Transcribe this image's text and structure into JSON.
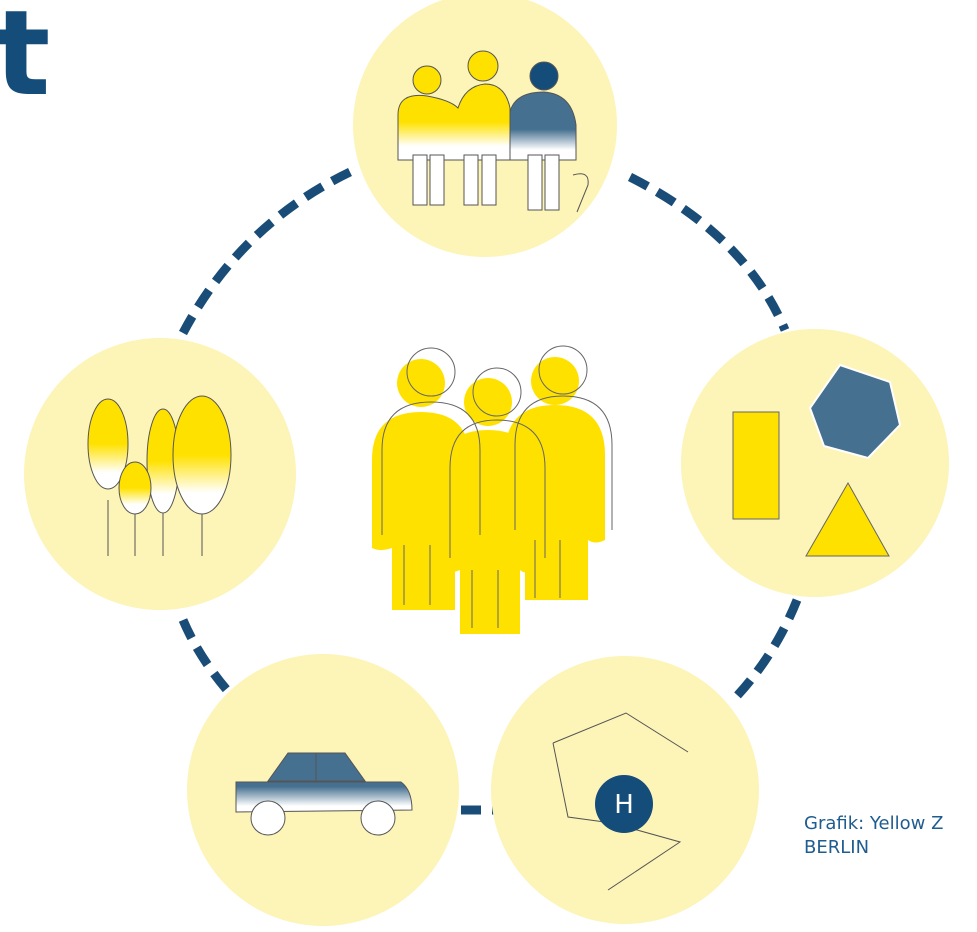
{
  "heading_fragment": "t",
  "credit": {
    "line1": "Grafik: Yellow Z",
    "line2": "BERLIN"
  },
  "icons": {
    "stop_letter": "H"
  },
  "colors": {
    "circle_fill": "#fdf4b8",
    "yellow": "#ffe100",
    "blue": "#45708f",
    "dark_blue": "#144c7a",
    "dash": "#1a4c78"
  }
}
